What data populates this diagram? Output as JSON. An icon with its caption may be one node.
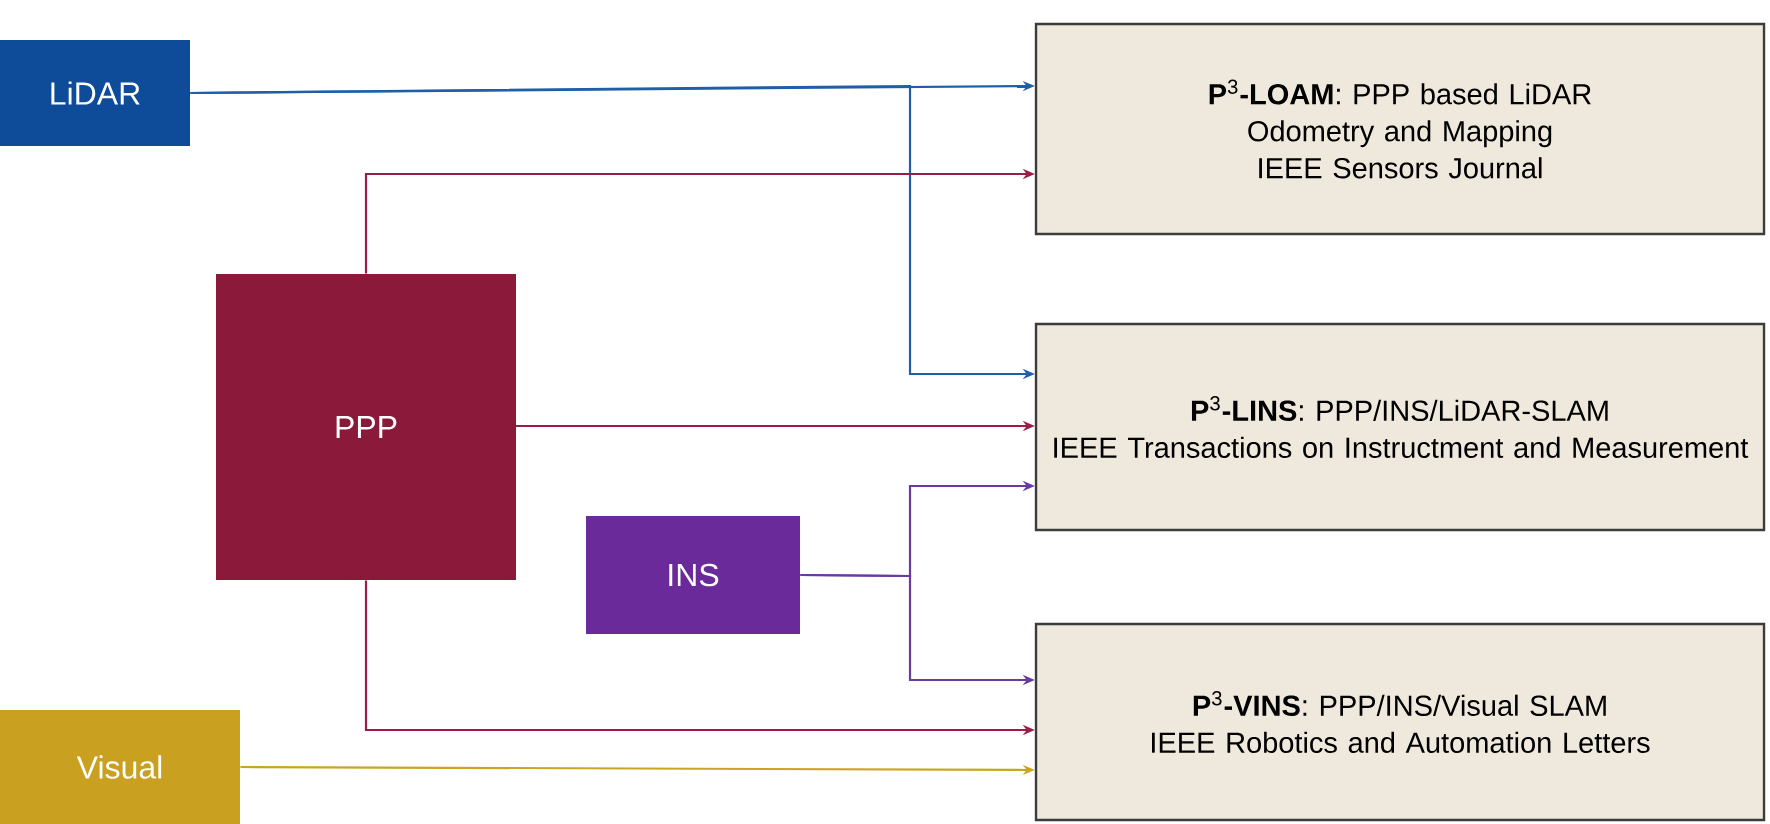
{
  "diagram": {
    "nodes": [
      {
        "text": [
          "LiDAR"
        ]
      },
      {
        "text": [
          "PPP"
        ]
      },
      {
        "text": [
          "INS"
        ]
      },
      {
        "text": [
          "Visual"
        ]
      },
      {
        "text": [
          "**P**$^{3}$**-LOAM**: PPP based LiDAR Odometry and Mapping",
          "IEEE Sensors Journal"
        ]
      },
      {
        "text": [
          "**P**$^{3}$**-LINS**: PPP/INS/LiDAR-SLAM",
          "IEEE Transactions on Instructment and Measurement"
        ]
      },
      {
        "text": [
          "**P**$^{3}$**-VINS**: PPP/INS/Visual SLAM",
          "IEEE Robotics and Automation Letters"
        ]
      }
    ],
    "edges": [
      {
        "from": 0,
        "to": 4,
        "arrow": "to",
        "color": "#1f5fa8"
      },
      {
        "from": 0,
        "to": 5,
        "arrow": "to",
        "color": "#1f5fa8"
      },
      {
        "from": 1,
        "to": 4,
        "arrow": "to"
      },
      {
        "from": 1,
        "to": 5,
        "arrow": "to"
      },
      {
        "from": 1,
        "to": 6,
        "arrow": "to"
      },
      {
        "from": 2,
        "to": 5,
        "arrow": "to",
        "color": "#6a3aa0"
      },
      {
        "from": 2,
        "to": 6,
        "arrow": "to",
        "color": "#6a3aa0"
      },
      {
        "from": 3,
        "to": 6,
        "arrow": "to",
        "color": "#c9a521"
      }
    ]
  }
}
